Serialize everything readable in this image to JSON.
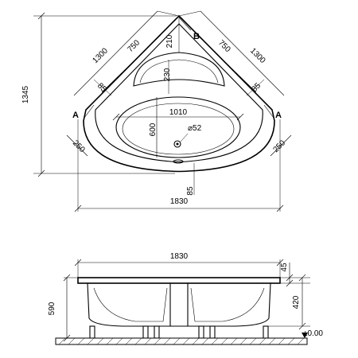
{
  "top_view": {
    "labels": {
      "a_left": "A",
      "a_right": "A",
      "b": "B"
    },
    "dimensions": {
      "height_total": "1345",
      "width_total": "1830",
      "side_left_outer": "1300",
      "side_left_inner": "750",
      "side_right_inner": "750",
      "side_right_outer": "1300",
      "top_offset": "210",
      "seat_depth": "230",
      "rim_left": "85",
      "rim_right": "85",
      "basin_width": "1010",
      "basin_depth": "600",
      "drain_diameter": "⌀52",
      "corner_left": "250",
      "corner_right": "250",
      "front_rim": "85"
    }
  },
  "side_view": {
    "dimensions": {
      "width_total": "1830",
      "rim_height": "45",
      "leg_height": "420",
      "total_height": "590",
      "floor_level": "±0.00"
    }
  }
}
